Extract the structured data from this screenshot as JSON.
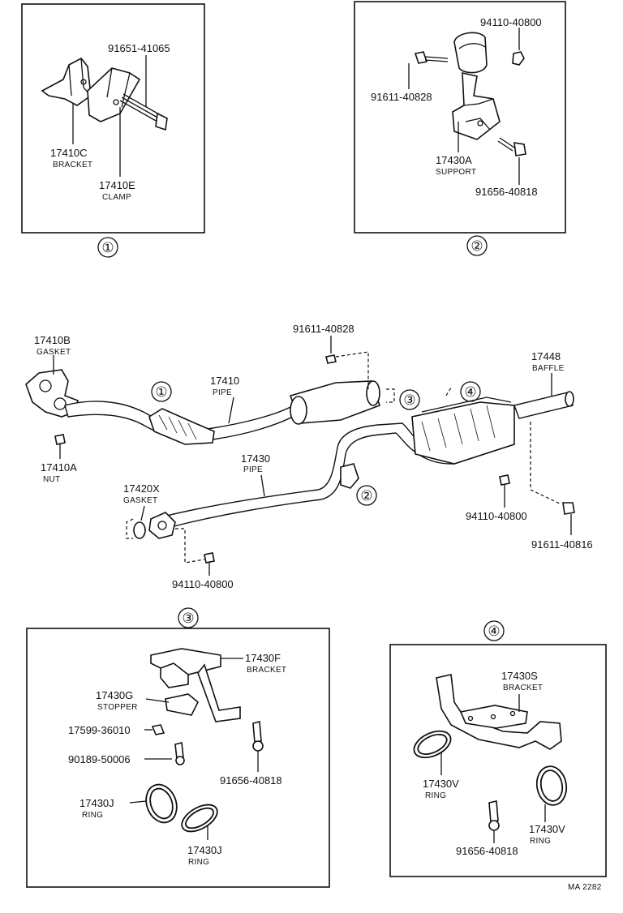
{
  "callouts": {
    "c1": "①",
    "c2": "②",
    "c3": "③",
    "c4": "④"
  },
  "detail1": {
    "bolt": "91651-41065",
    "bracket_pn": "17410C",
    "bracket_name": "BRACKET",
    "clamp_pn": "17410E",
    "clamp_name": "CLAMP"
  },
  "detail2": {
    "nut": "94110-40800",
    "bolt": "91611-40828",
    "support_pn": "17430A",
    "support_name": "SUPPORT",
    "bolt2": "91656-40818"
  },
  "main": {
    "gasket_pn": "17410B",
    "gasket_name": "GASKET",
    "nut_pn": "17410A",
    "nut_name": "NUT",
    "bolt_top": "91611-40828",
    "pipe1_pn": "17410",
    "pipe1_name": "PIPE",
    "baffle_pn": "17448",
    "baffle_name": "BAFFLE",
    "pipe2_pn": "17430",
    "pipe2_name": "PIPE",
    "gasket2_pn": "17420X",
    "gasket2_name": "GASKET",
    "nut_bottom": "94110-40800",
    "nut_right": "94110-40800",
    "bolt_right": "91611-40816"
  },
  "detail3": {
    "bracket_pn": "17430F",
    "bracket_name": "BRACKET",
    "stopper_pn": "17430G",
    "stopper_name": "STOPPER",
    "part_a": "17599-36010",
    "part_b": "90189-50006",
    "bolt": "91656-40818",
    "ring1_pn": "17430J",
    "ring1_name": "RING",
    "ring2_pn": "17430J",
    "ring2_name": "RING"
  },
  "detail4": {
    "bracket_pn": "17430S",
    "bracket_name": "BRACKET",
    "ring1_pn": "17430V",
    "ring1_name": "RING",
    "ring2_pn": "17430V",
    "ring2_name": "RING",
    "bolt": "91656-40818"
  },
  "footer": {
    "code": "MA 2282"
  }
}
